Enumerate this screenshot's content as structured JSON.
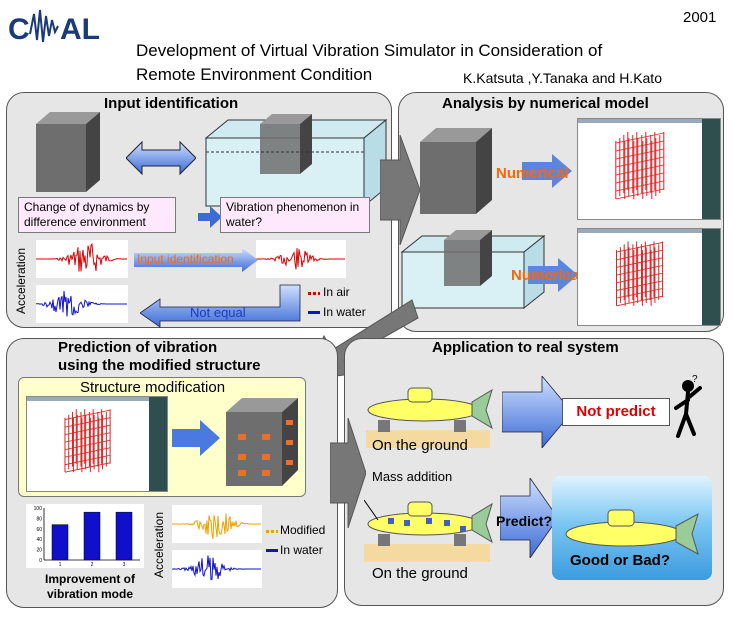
{
  "header": {
    "year": "2001",
    "title_line1": "Development of Virtual Vibration Simulator in Consideration of",
    "title_line2": "Remote Environment Condition",
    "authors": "K.Katsuta ,Y.Tanaka and H.Kato"
  },
  "input_panel": {
    "title": "Input identification",
    "note_left": "Change of dynamics by difference environment",
    "note_right": "Vibration phenomenon in water?",
    "y_axis": "Acceleration",
    "arrow_label": "Input identification",
    "not_equal": "Not equal",
    "legend_air": "In air",
    "legend_water": "In water"
  },
  "analysis_panel": {
    "title": "Analysis by numerical model",
    "label_top": "Numerical",
    "label_bottom": "Numerical"
  },
  "prediction_panel": {
    "title_line1": "Prediction of vibration",
    "title_line2": "using the modified structure",
    "structure_mod": "Structure modification",
    "improvement": "Improvement of vibration mode",
    "y_axis": "Acceleration",
    "legend_modified": "Modified",
    "legend_water": "In water"
  },
  "application_panel": {
    "title": "Application to real system",
    "ground1": "On the ground",
    "not_predict": "Not  predict",
    "mass_addition": "Mass addition",
    "predict": "Predict?",
    "ground2": "On the ground",
    "good_bad": "Good or Bad?"
  },
  "colors": {
    "panel": "#e6e6e6",
    "accent": "#ff6600",
    "signal_air": "#dd0000",
    "signal_water": "#1111cc",
    "signal_modified": "#f0a000",
    "bar": "#1010cc"
  },
  "chart_data": {
    "type": "bar",
    "categories": [
      "1",
      "2",
      "3"
    ],
    "values": [
      68,
      92,
      92
    ],
    "ylim": [
      0,
      100
    ]
  }
}
